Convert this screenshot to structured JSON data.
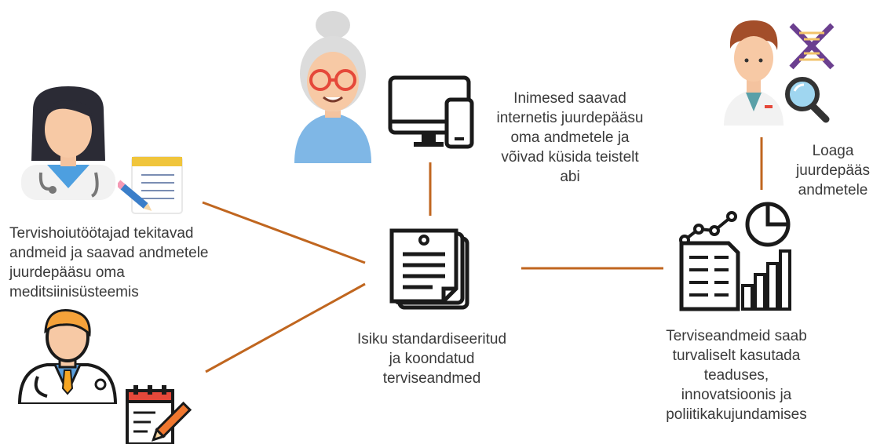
{
  "nodes": {
    "healthcare_workers": {
      "lines": [
        "Tervishoiutöötajad tekitavad",
        "andmeid ja saavad andmetele",
        "juurdepääsu oma",
        "meditsiinisüsteemis"
      ],
      "icons": [
        "female-doctor-icon",
        "notepad-pencil-icon",
        "male-doctor-icon",
        "clipboard-pen-icon"
      ]
    },
    "people": {
      "lines": [
        "Inimesed saavad",
        "internetis juurdepääsu",
        "oma andmetele ja",
        "võivad küsida teistelt",
        "abi"
      ],
      "icons": [
        "elderly-woman-icon",
        "computer-devices-icon"
      ]
    },
    "central": {
      "lines": [
        "Isiku standardiseeritud",
        "ja koondatud",
        "terviseandmed"
      ],
      "icons": [
        "documents-stack-icon"
      ]
    },
    "researcher": {
      "lines": [
        "Loaga",
        "juurdepääs",
        "andmetele"
      ],
      "icons": [
        "scientist-icon",
        "dna-icon",
        "magnifier-icon"
      ]
    },
    "secondary_use": {
      "lines": [
        "Terviseandmeid saab",
        "turvaliselt kasutada",
        "teaduses,",
        "innovatsioonis ja",
        "poliitikakujundamises"
      ],
      "icons": [
        "analytics-report-icon"
      ]
    }
  },
  "colors": {
    "connector": "#c0661f",
    "text": "#3a3a3a",
    "icon_stroke": "#1a1a1a",
    "skin": "#f7c9a5",
    "blue": "#3a8fd8",
    "orange": "#e8742c"
  }
}
